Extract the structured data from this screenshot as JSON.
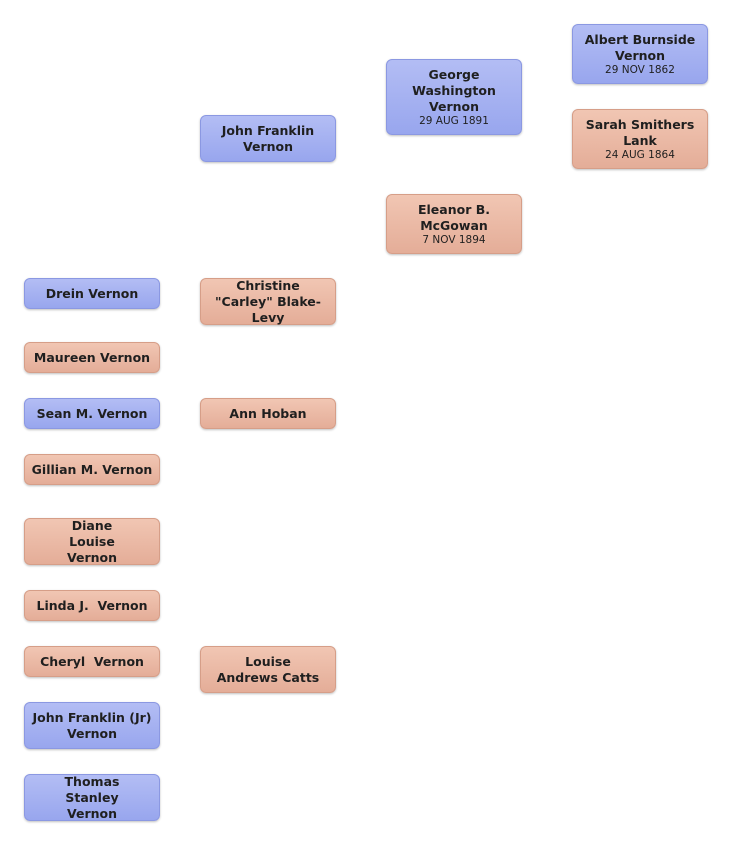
{
  "people": {
    "albert": {
      "name": "Albert Burnside Vernon",
      "date": "29 NOV 1862"
    },
    "sarah": {
      "name": "Sarah Smithers Lank",
      "date": "24 AUG 1864"
    },
    "george": {
      "name": "George Washington Vernon",
      "date": "29 AUG 1891"
    },
    "eleanor": {
      "name": "Eleanor B. McGowan",
      "date": "7 NOV 1894"
    },
    "john_franklin": {
      "name": "John Franklin Vernon"
    },
    "christine": {
      "name": "Christine \"Carley\" Blake-Levy"
    },
    "ann": {
      "name": "Ann Hoban"
    },
    "louise": {
      "name": "Louise Andrews Catts"
    },
    "drein": {
      "name": "Drein Vernon"
    },
    "maureen": {
      "name": "Maureen Vernon"
    },
    "sean": {
      "name": "Sean M. Vernon"
    },
    "gillian": {
      "name": "Gillian M. Vernon"
    },
    "diane": {
      "name": "Diane Louise Vernon"
    },
    "linda": {
      "name": "Linda J.  Vernon"
    },
    "cheryl": {
      "name": "Cheryl  Vernon"
    },
    "john_jr": {
      "name": "John Franklin (Jr) Vernon"
    },
    "thomas": {
      "name": "Thomas Stanley Vernon"
    }
  },
  "colors": {
    "male": "#a3b0f1",
    "female": "#ebbba6"
  }
}
